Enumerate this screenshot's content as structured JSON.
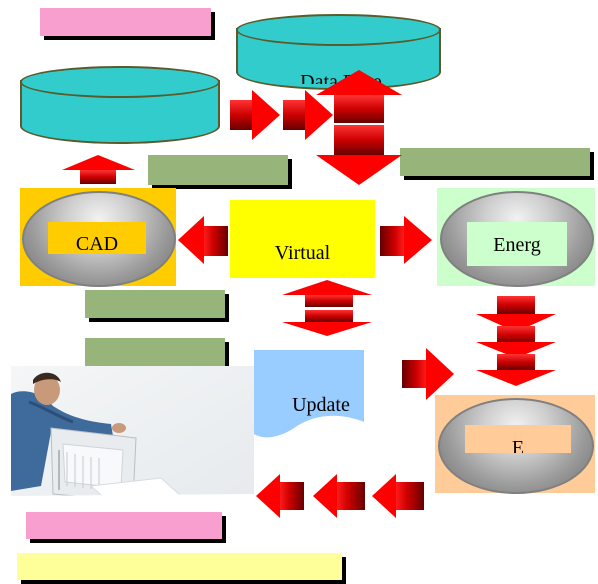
{
  "labels": {
    "database": "Data Base",
    "cad": "CAD",
    "virtual": "Virtual",
    "energy": "Energ",
    "update": "Update",
    "energy_bottom": "E"
  },
  "colors": {
    "pink": "#f99fcf",
    "green": "#97b57a",
    "cyan": "#33cccc",
    "orange": "#ffcc00",
    "yellow": "#ffff00",
    "mint": "#ccffcc",
    "peach": "#ffcc99",
    "light_blue": "#99ccff",
    "arrow_red": "#ff0000"
  }
}
